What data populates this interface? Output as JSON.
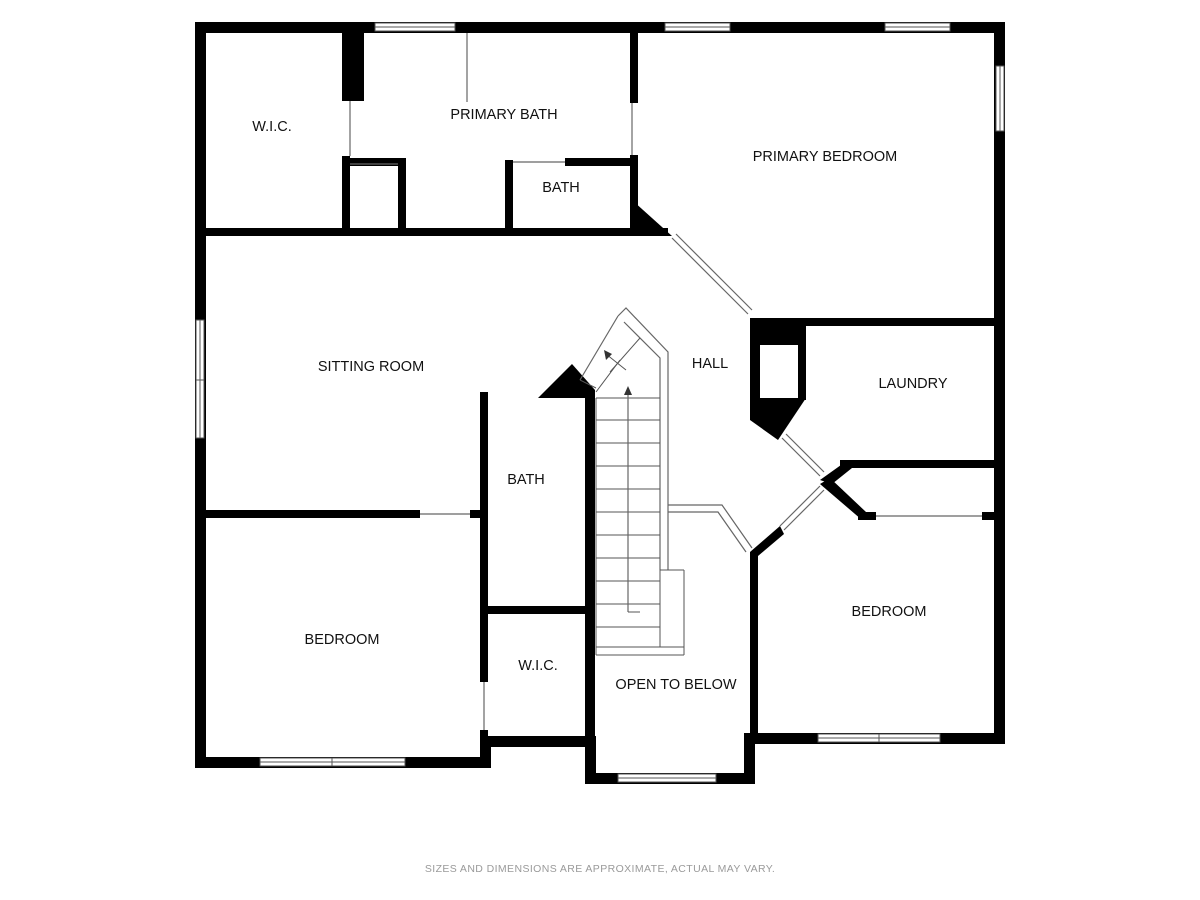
{
  "floorplan": {
    "rooms": {
      "wic_primary": "W.I.C.",
      "primary_bath": "PRIMARY BATH",
      "bath_small": "BATH",
      "primary_bedroom": "PRIMARY BEDROOM",
      "sitting_room": "SITTING ROOM",
      "hall": "HALL",
      "laundry": "LAUNDRY",
      "bath_center": "BATH",
      "bedroom_left": "BEDROOM",
      "wic_center": "W.I.C.",
      "open_to_below": "OPEN TO BELOW",
      "bedroom_right": "BEDROOM"
    },
    "disclaimer": "SIZES AND DIMENSIONS ARE APPROXIMATE, ACTUAL MAY VARY."
  }
}
